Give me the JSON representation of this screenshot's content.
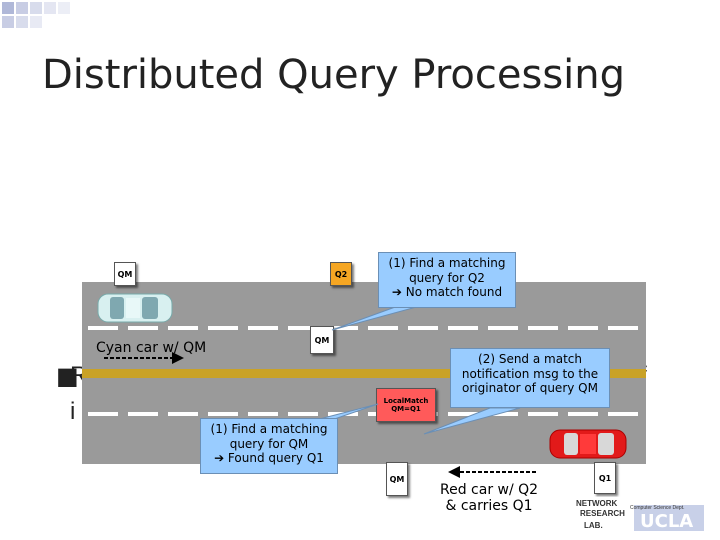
{
  "slide": {
    "title": "Distributed Query Processing",
    "background_bullet_prefix_1": "R",
    "background_bullet_prefix_2": "i",
    "background_bullet_suffix": "f"
  },
  "query_tags": {
    "qm_top_left": "QM",
    "q2_top_right": "Q2",
    "qm_on_road": "QM",
    "local_match": "LocalMatch\nQM=Q1",
    "qm_bottom": "QM",
    "q1_bottom_right": "Q1"
  },
  "callouts": {
    "find_match_q2": "(1) Find a matching\nquery for Q2\n➔ No match found",
    "send_match": "(2) Send a match\nnotification msg to the\noriginator of query QM",
    "find_match_qm": "(1) Find a matching\nquery for QM\n➔ Found query Q1"
  },
  "labels": {
    "cyan_car": "Cyan car w/ QM",
    "red_car": "Red car w/ Q2\n& carries Q1"
  },
  "logo": {
    "line1": "NETWORK",
    "line2": "RESEARCH",
    "line3": "LAB.",
    "dept": "Computer Science Dept.",
    "ucla": "UCLA"
  },
  "colors": {
    "road": "#9a9a9a",
    "center_line": "#c9a227",
    "callout": "#99ccff",
    "cyan_car": "#d8f0f0",
    "red_car": "#e21a1a"
  }
}
